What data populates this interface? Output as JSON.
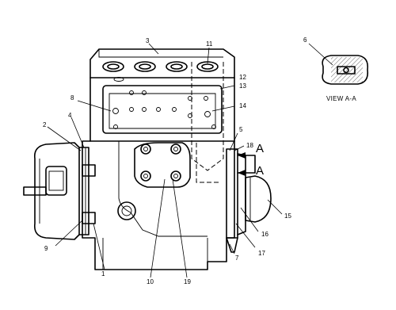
{
  "view_label": "VIEW A-A",
  "section_marks": [
    "A",
    "A"
  ],
  "callouts": [
    "1",
    "2",
    "3",
    "4",
    "5",
    "6",
    "7",
    "8",
    "9",
    "10",
    "11",
    "12",
    "13",
    "14",
    "15",
    "16",
    "17",
    "18",
    "19"
  ]
}
